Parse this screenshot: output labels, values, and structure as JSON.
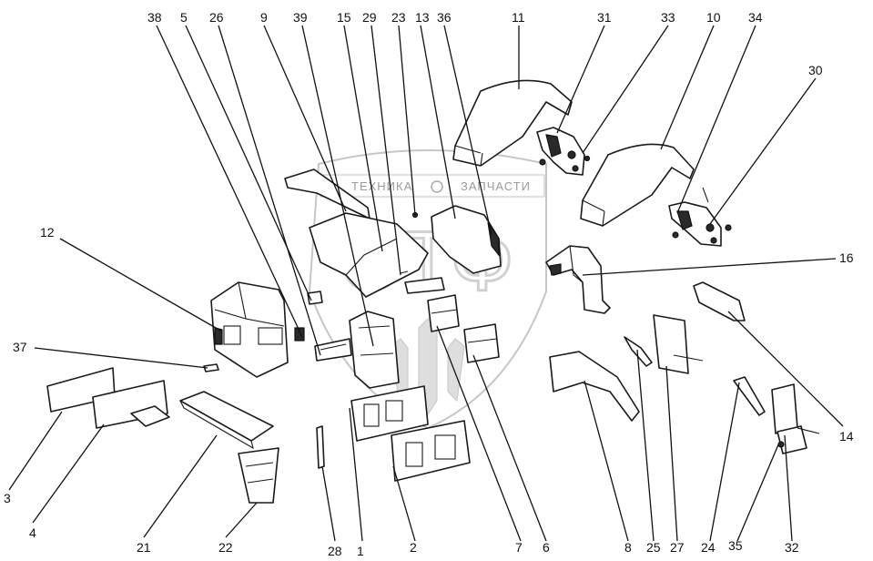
{
  "watermark": {
    "left_word": "ТЕХНИКА",
    "right_word": "ЗАПЧАСТИ",
    "logo_text": "ЭТФ"
  },
  "callouts": {
    "c1": "1",
    "c2": "2",
    "c3": "3",
    "c4": "4",
    "c5": "5",
    "c6": "6",
    "c7": "7",
    "c8": "8",
    "c9": "9",
    "c10": "10",
    "c11": "11",
    "c12": "12",
    "c13": "13",
    "c14": "14",
    "c15": "15",
    "c16": "16",
    "c21": "21",
    "c22": "22",
    "c23": "23",
    "c24": "24",
    "c25": "25",
    "c26": "26",
    "c27": "27",
    "c28": "28",
    "c29": "29",
    "c30": "30",
    "c31": "31",
    "c32": "32",
    "c33": "33",
    "c34": "34",
    "c35": "35",
    "c36": "36",
    "c37": "37",
    "c38": "38",
    "c39": "39"
  }
}
